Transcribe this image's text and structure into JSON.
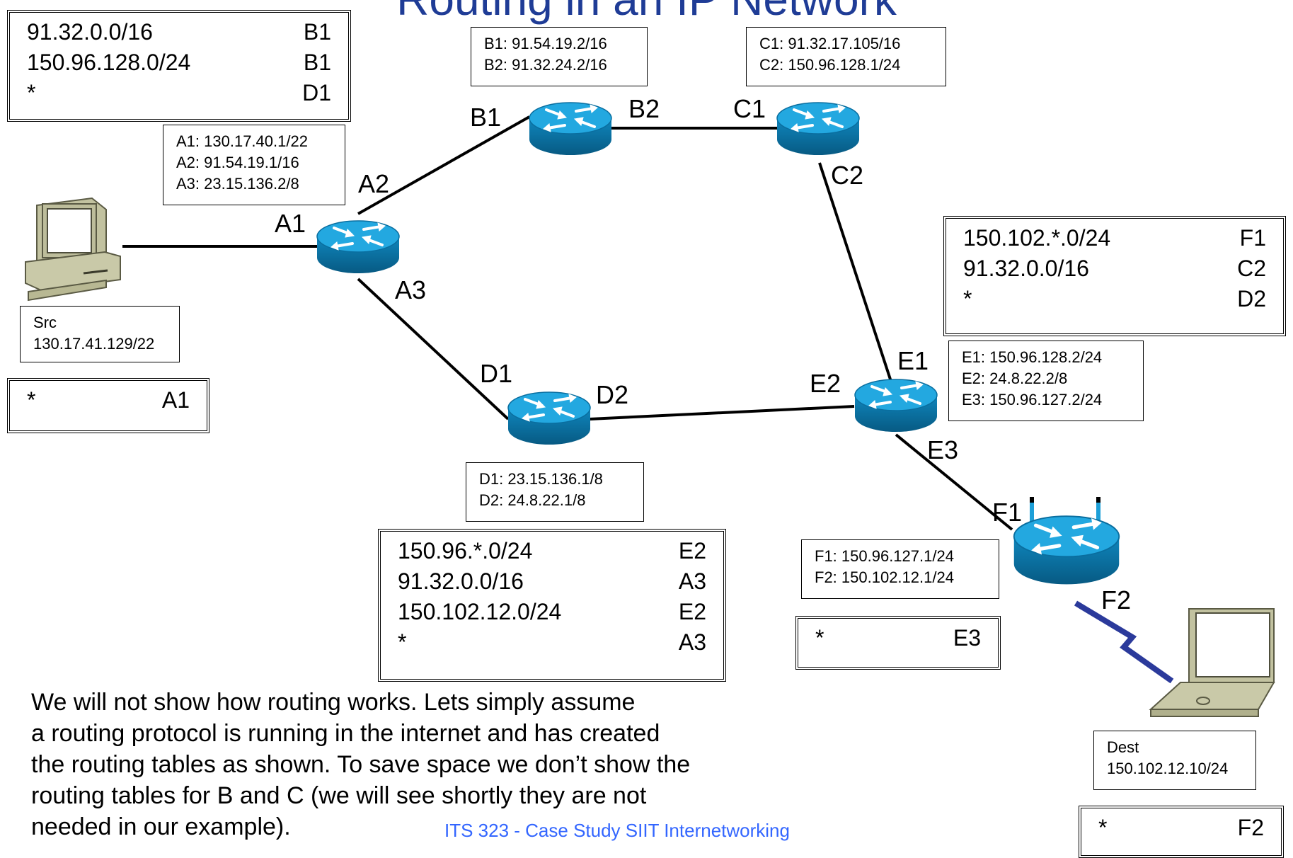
{
  "title": "Routing in an IP Network",
  "routing_tables": {
    "b_table": [
      {
        "prefix": "91.32.0.0/16",
        "next": "B1"
      },
      {
        "prefix": "150.96.128.0/24",
        "next": "B1"
      },
      {
        "prefix": "*",
        "next": "D1"
      }
    ],
    "e_table": [
      {
        "prefix": "150.102.*.0/24",
        "next": "F1"
      },
      {
        "prefix": "91.32.0.0/16",
        "next": "C2"
      },
      {
        "prefix": "*",
        "next": "D2"
      }
    ],
    "d_table": [
      {
        "prefix": "150.96.*.0/24",
        "next": "E2"
      },
      {
        "prefix": "91.32.0.0/16",
        "next": "A3"
      },
      {
        "prefix": "150.102.12.0/24",
        "next": "E2"
      },
      {
        "prefix": "*",
        "next": "A3"
      }
    ],
    "src_table": [
      {
        "prefix": "*",
        "next": "A1"
      }
    ],
    "f_table": [
      {
        "prefix": "*",
        "next": "E3"
      }
    ],
    "dest_table": [
      {
        "prefix": "*",
        "next": "F2"
      }
    ]
  },
  "address_boxes": {
    "b": [
      "B1: 91.54.19.2/16",
      "B2: 91.32.24.2/16"
    ],
    "c": [
      "C1: 91.32.17.105/16",
      "C2: 150.96.128.1/24"
    ],
    "a": [
      "A1: 130.17.40.1/22",
      "A2: 91.54.19.1/16",
      "A3: 23.15.136.2/8"
    ],
    "e": [
      "E1: 150.96.128.2/24",
      "E2: 24.8.22.2/8",
      "E3: 150.96.127.2/24"
    ],
    "d": [
      "D1: 23.15.136.1/8",
      "D2: 24.8.22.1/8"
    ],
    "f": [
      "F1:  150.96.127.1/24",
      "F2: 150.102.12.1/24"
    ],
    "src": [
      "Src",
      "130.17.41.129/22"
    ],
    "dest": [
      "Dest",
      "150.102.12.10/24"
    ]
  },
  "interface_labels": {
    "a1": "A1",
    "a2": "A2",
    "a3": "A3",
    "b1": "B1",
    "b2": "B2",
    "c1": "C1",
    "c2": "C2",
    "d1": "D1",
    "d2": "D2",
    "e1": "E1",
    "e2": "E2",
    "e3": "E3",
    "f1": "F1",
    "f2": "F2"
  },
  "icons": {
    "router": "router-icon",
    "wireless_router": "wireless-router-icon",
    "desktop": "desktop-computer-icon",
    "laptop": "laptop-icon"
  },
  "colors": {
    "router_top": "#1d9fd8",
    "router_side": "#0a6e9f",
    "wireless_link": "#2b3a9b",
    "title": "#1f3c96",
    "footer": "#3366ff"
  },
  "caption": "We will not show how routing works. Lets simply assume\na routing protocol is running in the internet and has created\nthe routing tables as shown. To save space we don’t show the\nrouting tables for B and C (we will see shortly they are not\nneeded in our example).",
  "footer": "ITS 323 - Case Study SIIT Internetworking"
}
